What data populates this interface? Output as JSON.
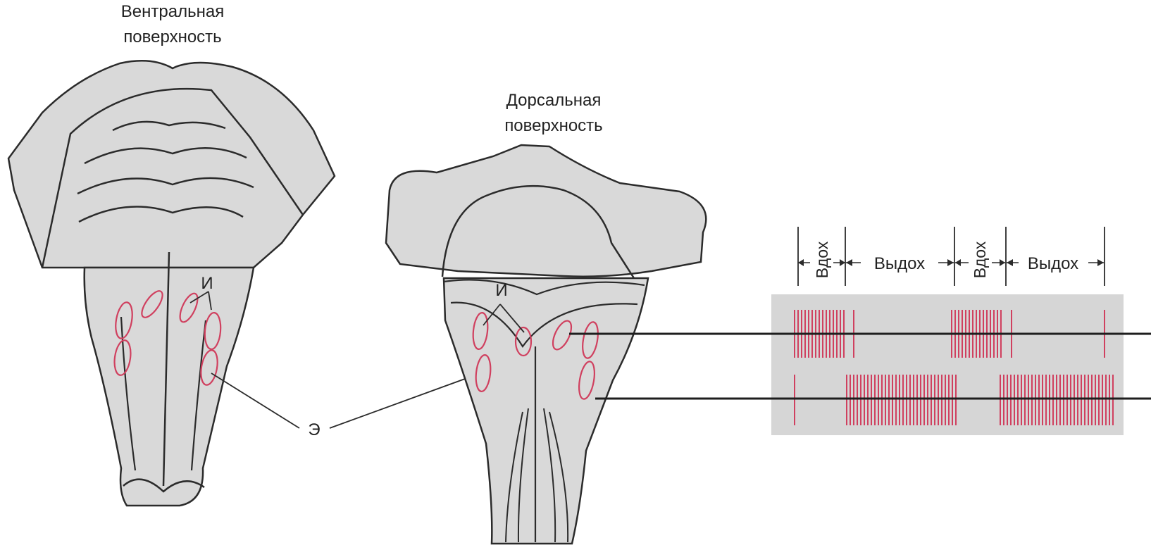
{
  "labels": {
    "ventral_line1": "Вентральная",
    "ventral_line2": "поверхность",
    "dorsal_line1": "Дорсальная",
    "dorsal_line2": "поверхность",
    "inspiratory_marker_left": "И",
    "inspiratory_marker_right": "И",
    "expiratory_marker": "Э"
  },
  "timing": {
    "phases": [
      "Вдох",
      "Выдох",
      "Вдох",
      "Выдох"
    ]
  },
  "colors": {
    "tissue": "#d9d9d9",
    "outline": "#2b2b2b",
    "nucleus": "#d0405f",
    "record_bg": "#d6d6d6"
  }
}
